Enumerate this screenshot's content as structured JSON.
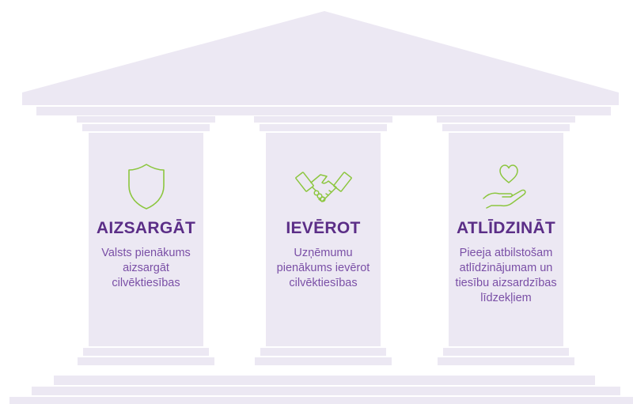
{
  "colors": {
    "temple_fill": "#ece8f3",
    "title": "#5b2e87",
    "text": "#7a4fa6",
    "icon_stroke": "#8cc63f"
  },
  "pillars": [
    {
      "icon": "shield-icon",
      "title": "AIZSARGĀT",
      "lines": [
        "Valsts pienākums",
        "aizsargāt",
        "cilvēktiesības"
      ]
    },
    {
      "icon": "handshake-icon",
      "title": "IEVĒROT",
      "lines": [
        "Uzņēmumu",
        "pienākums ievērot",
        "cilvēktiesības"
      ]
    },
    {
      "icon": "heart-in-hand-icon",
      "title": "ATLĪDZINĀT",
      "lines": [
        "Pieeja atbilstošam",
        "atlīdzinājumam un",
        "tiesību aizsardzības",
        "līdzekļiem"
      ]
    }
  ]
}
